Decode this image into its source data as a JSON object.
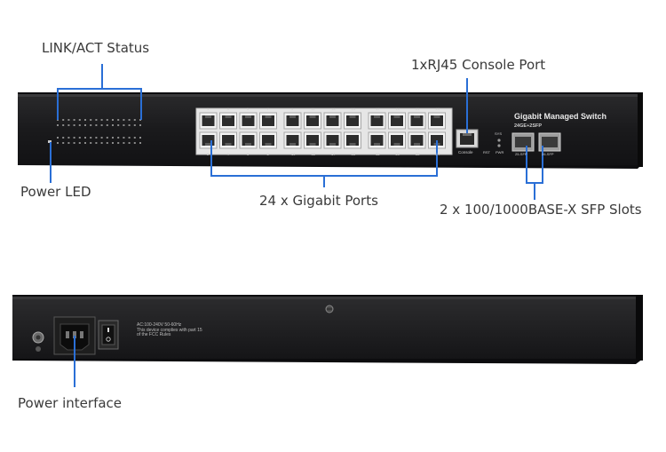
{
  "callouts": {
    "link_act": "LINK/ACT Status",
    "console": "1xRJ45  Console Port",
    "power_led": "Power LED",
    "gigabit_ports": "24 x Gigabit  Ports",
    "sfp_slots": "2 x 100/1000BASE-X SFP Slots",
    "power_interface": "Power interface"
  },
  "front_panel": {
    "title": "Gigabit Managed Switch",
    "subtitle": "24GE+2SFP",
    "console_label": "Console",
    "rst_label": "RST",
    "pwr_label": "PWR",
    "sys_label": "SYS",
    "sfp1_label": "25-SFP",
    "sfp2_label": "26-SFP",
    "port_numbers_top": [
      "1",
      "3",
      "5",
      "7",
      "9",
      "11",
      "13",
      "15",
      "17",
      "19",
      "21",
      "23"
    ],
    "port_numbers_bottom": [
      "2",
      "4",
      "6",
      "8",
      "10",
      "12",
      "14",
      "16",
      "18",
      "20",
      "22",
      "24"
    ]
  },
  "rear_panel": {
    "power_rating": "AC:100-240V 50-60Hz",
    "fcc_line1": "This device complies with part 15",
    "fcc_line2": "of the FCC Rules"
  },
  "colors": {
    "callout_line": "#2a6fd6",
    "chassis": "#1b1b1d",
    "port_block": "#e9e9e9"
  }
}
